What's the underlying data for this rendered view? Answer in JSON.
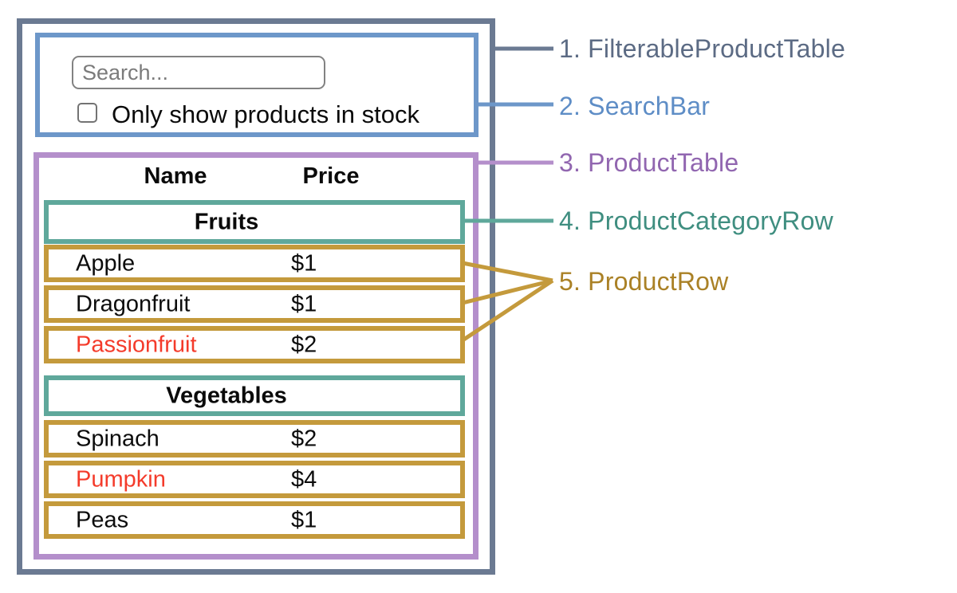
{
  "search_bar": {
    "placeholder": "Search...",
    "checkbox_label": "Only show products in stock",
    "checkbox_checked": false
  },
  "product_table": {
    "headers": {
      "name": "Name",
      "price": "Price"
    },
    "sections": [
      {
        "category": "Fruits",
        "rows": [
          {
            "name": "Apple",
            "price": "$1",
            "out_of_stock": false
          },
          {
            "name": "Dragonfruit",
            "price": "$1",
            "out_of_stock": false
          },
          {
            "name": "Passionfruit",
            "price": "$2",
            "out_of_stock": true
          }
        ]
      },
      {
        "category": "Vegetables",
        "rows": [
          {
            "name": "Spinach",
            "price": "$2",
            "out_of_stock": false
          },
          {
            "name": "Pumpkin",
            "price": "$4",
            "out_of_stock": true
          },
          {
            "name": "Peas",
            "price": "$1",
            "out_of_stock": false
          }
        ]
      }
    ]
  },
  "legend": [
    {
      "label": "1. FilterableProductTable",
      "color": "#5c6b84"
    },
    {
      "label": "2. SearchBar",
      "color": "#5e8dc6"
    },
    {
      "label": "3. ProductTable",
      "color": "#9166b0"
    },
    {
      "label": "4. ProductCategoryRow",
      "color": "#3f8e80"
    },
    {
      "label": "5. ProductRow",
      "color": "#aa8126"
    }
  ],
  "colors": {
    "filterable_product_table_border": "#6b7a92",
    "search_bar_border": "#6d97c9",
    "product_table_border": "#b48fcb",
    "product_category_row_border": "#5fa89b",
    "product_row_border": "#c49a3c",
    "out_of_stock_text": "#f43b2b"
  }
}
